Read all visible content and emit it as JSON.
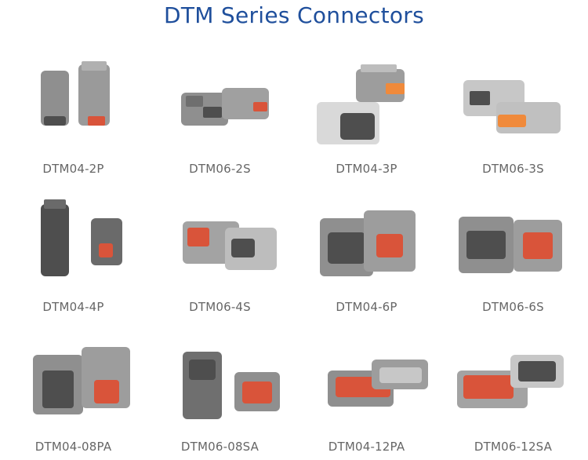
{
  "title": "DTM Series Connectors",
  "colors": {
    "title": "#1f4f9c",
    "label": "#666666",
    "housing": "#8f8f8f",
    "housing_light": "#d9d9d9",
    "housing_dark": "#4e4e4e",
    "seal": "#d9543a",
    "seal_orange": "#f08a3b"
  },
  "products": [
    {
      "label": "DTM04-2P"
    },
    {
      "label": "DTM06-2S"
    },
    {
      "label": "DTM04-3P"
    },
    {
      "label": "DTM06-3S"
    },
    {
      "label": "DTM04-4P"
    },
    {
      "label": "DTM06-4S"
    },
    {
      "label": "DTM04-6P"
    },
    {
      "label": "DTM06-6S"
    },
    {
      "label": "DTM04-08PA"
    },
    {
      "label": "DTM06-08SA"
    },
    {
      "label": "DTM04-12PA"
    },
    {
      "label": "DTM06-12SA"
    }
  ]
}
